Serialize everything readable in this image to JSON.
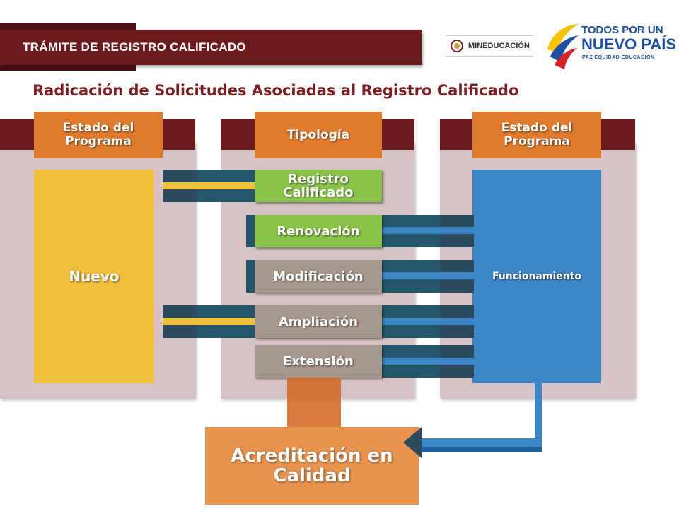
{
  "header": {
    "title": "TRÁMITE DE  REGISTRO  CALIFICADO"
  },
  "title": "Radicación de Solicitudes Asociadas al Registro Calificado",
  "columns": [
    {
      "tab": "Estado del Programa"
    },
    {
      "tab": "Tipología"
    },
    {
      "tab": "Estado del Programa"
    }
  ],
  "estado_inicial": "Nuevo",
  "estado_final": "Funcionamiento",
  "tipologias": [
    "Registro Calificado",
    "Renovación",
    "Modificación",
    "Ampliación",
    "Extensión"
  ],
  "acreditacion": "Acreditación en Calidad",
  "logos": {
    "mineducacion": "MINEDUCACIÓN",
    "todos_line1": "TODOS POR UN",
    "todos_line2": "NUEVO PAÍS",
    "todos_line3": "PAZ  EQUIDAD  EDUCACIÓN"
  },
  "colors": {
    "header": "#6b1b1e",
    "title": "#7a1e22",
    "column_bg": "#d6c3c5",
    "tab": "#e07b2e",
    "nuevo": "#f0bf3c",
    "funcionamiento": "#3d86c6",
    "green_pill": "#8bc34a",
    "gray_pill": "#a6978c",
    "acreditacion": "#e8944f"
  }
}
